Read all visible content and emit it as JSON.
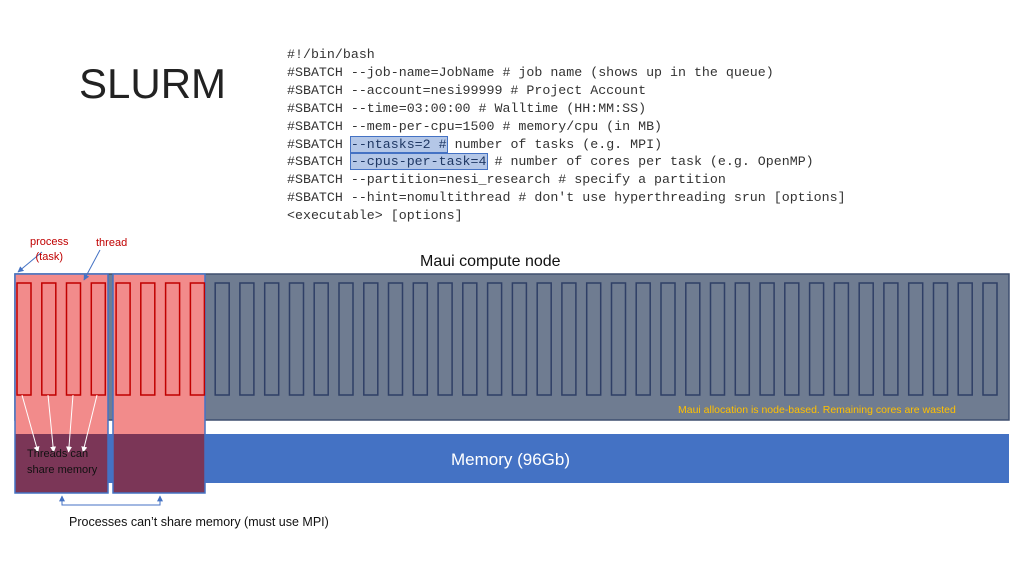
{
  "title": "SLURM",
  "script_lines": [
    {
      "parts": [
        {
          "text": "#!/bin/bash"
        }
      ]
    },
    {
      "parts": [
        {
          "text": "#SBATCH --job-name=JobName # job name (shows up in the queue)"
        }
      ]
    },
    {
      "parts": [
        {
          "text": "#SBATCH --account=nesi99999 # Project Account"
        }
      ]
    },
    {
      "parts": [
        {
          "text": "#SBATCH --time=03:00:00 # Walltime (HH:MM:SS)"
        }
      ]
    },
    {
      "parts": [
        {
          "text": "#SBATCH --mem-per-cpu=1500 # memory/cpu (in MB)"
        }
      ]
    },
    {
      "parts": [
        {
          "text": "#SBATCH "
        },
        {
          "text": "--ntasks=2 #",
          "highlight": true
        },
        {
          "text": " number of tasks (e.g. MPI)"
        }
      ]
    },
    {
      "parts": [
        {
          "text": "#SBATCH "
        },
        {
          "text": "--cpus-per-task=4",
          "highlight": true
        },
        {
          "text": " # number of cores per task (e.g. OpenMP)"
        }
      ]
    },
    {
      "parts": [
        {
          "text": "#SBATCH --partition=nesi_research # specify a partition"
        }
      ]
    },
    {
      "parts": [
        {
          "text": "#SBATCH --hint=nomultithread # don't use hyperthreading srun [options]"
        }
      ]
    },
    {
      "parts": [
        {
          "text": "<executable> [options]"
        }
      ]
    }
  ],
  "labels": {
    "process": "process\n(task)",
    "thread": "thread",
    "node": "Maui  compute node",
    "wasted": "Maui allocation is node-based. Remaining cores are wasted",
    "memory": "Memory (96Gb)",
    "threads_share": "Threads can share memory",
    "processes_no_share": "Processes can’t share memory (must use MPI)"
  },
  "diagram": {
    "total_cores": 40,
    "tasks": 2,
    "cpus_per_task": 4,
    "colors": {
      "node_fill": "#6f7c91",
      "node_border": "#3f4f6f",
      "core_stroke": "#2f3f66",
      "task_fill": "#f28b8b",
      "task_border": "#4472c4",
      "task_core_stroke": "#c00000",
      "memory_fill": "#4472c4",
      "task_memory_fill": "#7b3657",
      "arrow": "#4472c4",
      "wasted_text": "#ffc000"
    }
  }
}
